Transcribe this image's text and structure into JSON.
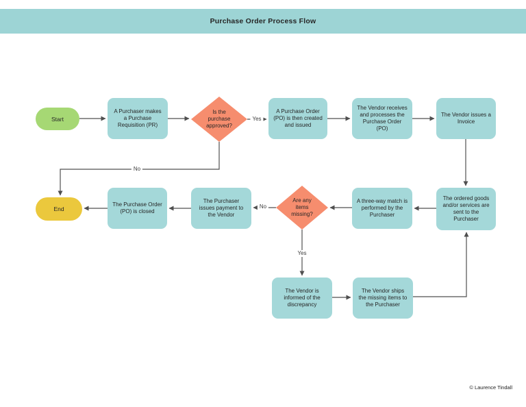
{
  "header": {
    "title": "Purchase Order Process Flow"
  },
  "footer": {
    "copyright": "© Laurence Tindall"
  },
  "colors": {
    "header_bar": "#9dd4d5",
    "process_box": "#a4d8d9",
    "decision_diamond": "#f68d6e",
    "start_terminator": "#a6d874",
    "end_terminator": "#ebc83d",
    "connector_line": "#4f4f4f",
    "text": "#262626",
    "background": "#ffffff"
  },
  "diagram": {
    "nodes": [
      {
        "id": "start",
        "type": "terminator",
        "label": "Start"
      },
      {
        "id": "purchase-requisition",
        "type": "process",
        "label": "A Purchaser makes\na Purchase\nRequisition (PR)"
      },
      {
        "id": "purchase-approved",
        "type": "decision",
        "label": "Is the\npurchase\napproved?"
      },
      {
        "id": "po-created",
        "type": "process",
        "label": "A Purchase Order\n(PO) is then created\nand issued"
      },
      {
        "id": "vendor-processes-po",
        "type": "process",
        "label": "The Vendor receives\nand processes the\nPurchase Order\n(PO)"
      },
      {
        "id": "vendor-issues-invoice",
        "type": "process",
        "label": "The Vendor issues a\nInvoice"
      },
      {
        "id": "goods-sent",
        "type": "process",
        "label": "The ordered goods\nand/or services are\nsent to the\nPurchaser"
      },
      {
        "id": "three-way-match",
        "type": "process",
        "label": "A three-way match is\nperformed by the\nPurchaser"
      },
      {
        "id": "items-missing",
        "type": "decision",
        "label": "Are any items\nmissing?"
      },
      {
        "id": "payment-issued",
        "type": "process",
        "label": "The Purchaser\nissues payment to\nthe Vendor"
      },
      {
        "id": "po-closed",
        "type": "process",
        "label": "The Purchase Order\n(PO) is closed"
      },
      {
        "id": "end",
        "type": "terminator",
        "label": "End"
      },
      {
        "id": "vendor-informed",
        "type": "process",
        "label": "The Vendor is\ninformed of the\ndiscrepancy"
      },
      {
        "id": "vendor-ships-missing",
        "type": "process",
        "label": "The Vendor ships\nthe missing items to\nthe Purchaser"
      }
    ],
    "edges": [
      {
        "from": "start",
        "to": "purchase-requisition",
        "label": ""
      },
      {
        "from": "purchase-requisition",
        "to": "purchase-approved",
        "label": ""
      },
      {
        "from": "purchase-approved",
        "to": "po-created",
        "label": "Yes"
      },
      {
        "from": "po-created",
        "to": "vendor-processes-po",
        "label": ""
      },
      {
        "from": "vendor-processes-po",
        "to": "vendor-issues-invoice",
        "label": ""
      },
      {
        "from": "vendor-issues-invoice",
        "to": "goods-sent",
        "label": ""
      },
      {
        "from": "purchase-approved",
        "to": "end",
        "label": "No"
      },
      {
        "from": "goods-sent",
        "to": "three-way-match",
        "label": ""
      },
      {
        "from": "three-way-match",
        "to": "items-missing",
        "label": ""
      },
      {
        "from": "items-missing",
        "to": "payment-issued",
        "label": "No"
      },
      {
        "from": "payment-issued",
        "to": "po-closed",
        "label": ""
      },
      {
        "from": "po-closed",
        "to": "end",
        "label": ""
      },
      {
        "from": "items-missing",
        "to": "vendor-informed",
        "label": "Yes"
      },
      {
        "from": "vendor-informed",
        "to": "vendor-ships-missing",
        "label": ""
      },
      {
        "from": "vendor-ships-missing",
        "to": "goods-sent",
        "label": ""
      }
    ]
  }
}
